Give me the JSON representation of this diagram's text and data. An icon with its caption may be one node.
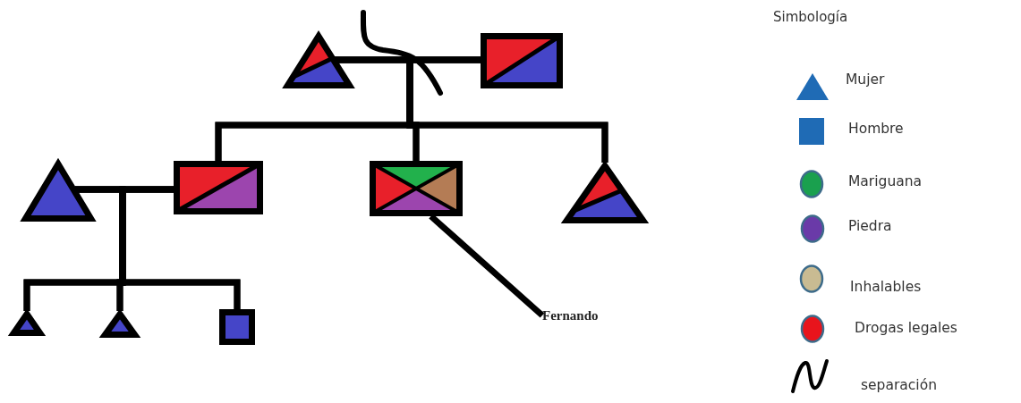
{
  "diagram": {
    "title": "Simbología",
    "nodes": [
      {
        "text": [],
        "shape": "triangle"
      },
      {
        "text": [],
        "shape": "box"
      },
      {
        "text": [],
        "shape": "triangle"
      },
      {
        "text": [],
        "shape": "box"
      },
      {
        "text": [],
        "shape": "box"
      },
      {
        "text": [],
        "shape": "triangle"
      },
      {
        "text": [],
        "shape": "triangle"
      },
      {
        "text": [],
        "shape": "triangle"
      },
      {
        "text": [],
        "shape": "box"
      },
      {
        "text": [
          "Fernando"
        ]
      }
    ],
    "edges": [
      {
        "from": 0,
        "to": 1,
        "arrow": "none"
      },
      {
        "from": 0,
        "to": 3,
        "arrow": "none"
      },
      {
        "from": 1,
        "to": 3,
        "arrow": "none"
      },
      {
        "from": 0,
        "to": 4,
        "arrow": "none"
      },
      {
        "from": 1,
        "to": 4,
        "arrow": "none"
      },
      {
        "from": 0,
        "to": 5,
        "arrow": "none"
      },
      {
        "from": 1,
        "to": 5,
        "arrow": "none"
      },
      {
        "from": 2,
        "to": 3,
        "arrow": "none"
      },
      {
        "from": 2,
        "to": 6,
        "arrow": "none"
      },
      {
        "from": 3,
        "to": 6,
        "arrow": "none"
      },
      {
        "from": 2,
        "to": 7,
        "arrow": "none"
      },
      {
        "from": 3,
        "to": 7,
        "arrow": "none"
      },
      {
        "from": 2,
        "to": 8,
        "arrow": "none"
      },
      {
        "from": 3,
        "to": 8,
        "arrow": "none"
      },
      {
        "from": 9,
        "to": 4,
        "arrow": "none"
      }
    ],
    "legend": [
      {
        "text": "Mujer"
      },
      {
        "text": "Hombre"
      },
      {
        "text": "Mariguana",
        "color": "#1aa04e"
      },
      {
        "text": "Piedra",
        "color": "#6a3aa8"
      },
      {
        "text": "Inhalables",
        "color": "#c9bb92"
      },
      {
        "text": "Drogas legales",
        "color": "#e8141c"
      },
      {
        "text": "separación"
      }
    ]
  }
}
